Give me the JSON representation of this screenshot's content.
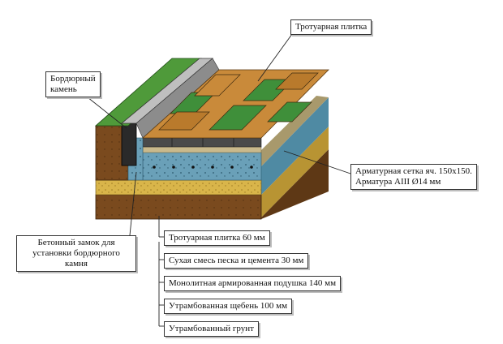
{
  "labels": {
    "paving_tile_top": "Тротуарная плитка",
    "curb_stone": [
      "Бордюрный",
      "камень"
    ],
    "rebar_mesh": [
      "Арматурная сетка яч. 150х150.",
      "Арматура АIII Ø14 мм"
    ],
    "concrete_lock": [
      "Бетонный замок для",
      "установки бордюрного",
      "камня"
    ]
  },
  "layers": [
    "Тротуарная плитка  60 мм",
    "Сухая смесь песка и цемента  30 мм",
    "Монолитная армированная подушка  140 мм",
    "Утрамбованная щебень  100 мм",
    "Утрамбованный грунт"
  ],
  "colors": {
    "soil": "#7a4a1e",
    "gravel": "#d9b54a",
    "concrete": "#6aa0b8",
    "sand_cement": "#c9b98c",
    "tile_orange": "#c98a3a",
    "tile_green": "#3f8f3a",
    "grass": "#4f9a3a",
    "curb": "#2a2a2a"
  }
}
